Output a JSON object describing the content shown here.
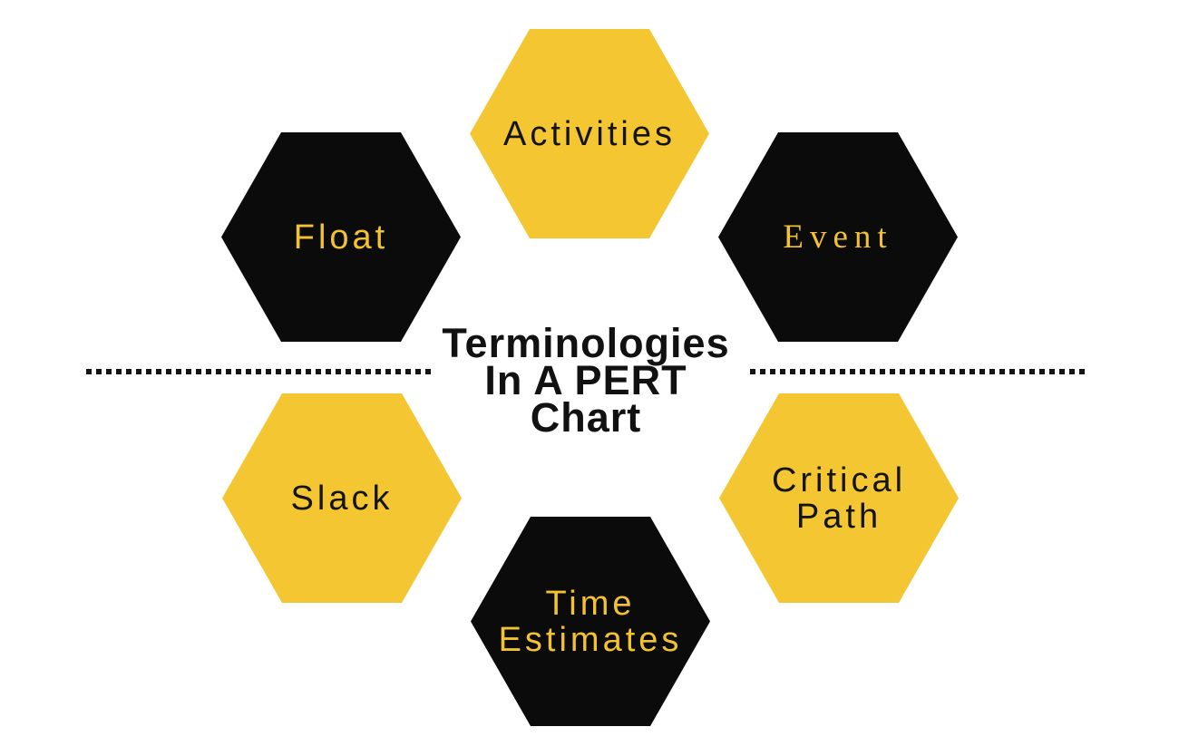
{
  "title": {
    "lines": [
      "Terminologies",
      "In A PERT",
      "Chart"
    ],
    "color": "#111111"
  },
  "divider": {
    "style": "square-dotted-line",
    "color": "#141414"
  },
  "colors": {
    "brand_yellow": "#F3C632",
    "brand_black": "#0B0B0B",
    "background": "#FFFFFF"
  },
  "hexagons": [
    {
      "label": "Activities",
      "position": "top-center",
      "fill": "#F3C632",
      "text_color": "#141414"
    },
    {
      "label": "Float",
      "position": "upper-left",
      "fill": "#0B0B0B",
      "text_color": "#F2C230"
    },
    {
      "label": "Event",
      "position": "upper-right",
      "fill": "#0B0B0B",
      "text_color": "#F2C230"
    },
    {
      "label": "Slack",
      "position": "lower-left",
      "fill": "#F3C632",
      "text_color": "#141414"
    },
    {
      "label": "Critical Path",
      "position": "lower-right",
      "fill": "#F3C632",
      "text_color": "#141414"
    },
    {
      "label": "Time Estimates",
      "position": "bottom-center",
      "fill": "#0B0B0B",
      "text_color": "#F2C230"
    }
  ]
}
